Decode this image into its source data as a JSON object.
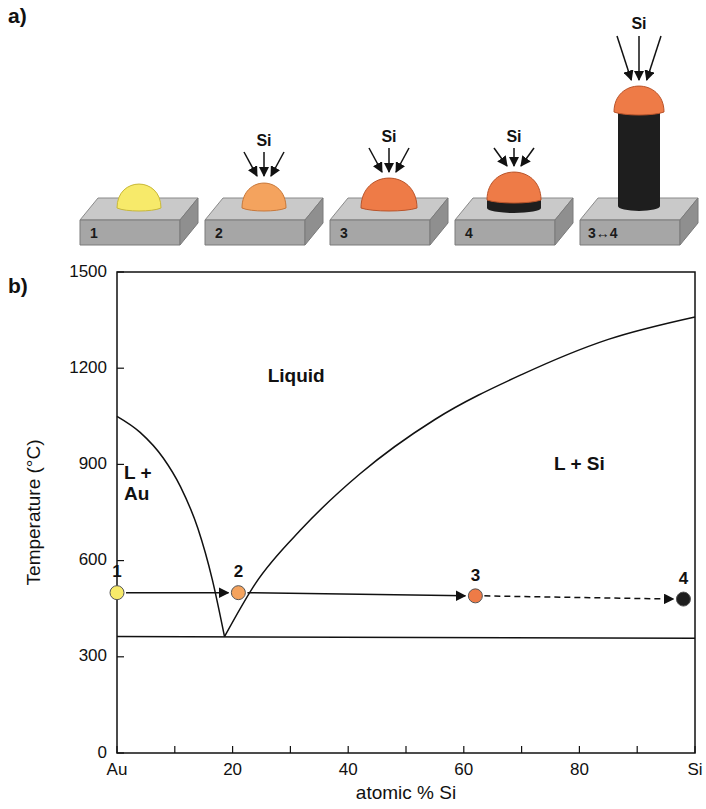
{
  "diagram": {
    "labels": [
      "a)",
      "Si",
      "Si",
      "Si",
      "Si",
      "1",
      "2",
      "3",
      "4",
      "3↔4",
      "b)",
      "1500",
      "1200",
      "900",
      "600",
      "300",
      "0",
      "Temperature (°C)",
      "Liquid",
      "L + Au",
      "L + Si",
      "1",
      "2",
      "3",
      "4",
      "Au",
      "20",
      "40",
      "60",
      "80",
      "Si",
      "atomic % Si"
    ]
  }
}
